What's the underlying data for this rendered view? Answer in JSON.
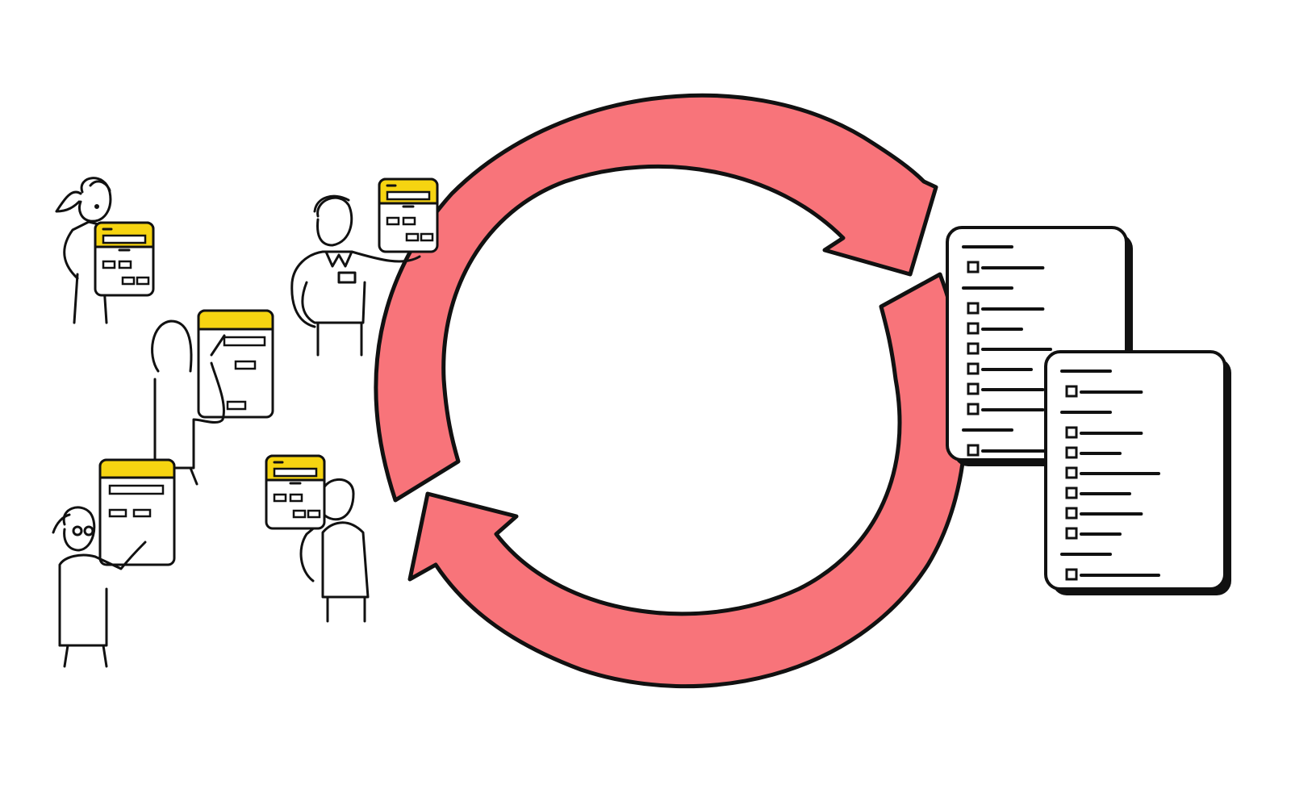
{
  "colors": {
    "background": "#ffffff",
    "outline": "#111111",
    "cycle_arrow": "#f8747a",
    "screen_header": "#f6d411",
    "doc_shadow": "#111111"
  },
  "icons": {
    "cycle": "circular-arrows-icon",
    "people": [
      "person-holding-tablet-icon",
      "person-drawing-on-board-icon",
      "person-pointing-at-board-icon",
      "person-holding-tablet-raised-icon",
      "person-thinking-icon"
    ],
    "documents": [
      "checklist-document-icon",
      "checklist-document-icon"
    ]
  },
  "checklist_a": {
    "rows": [
      {
        "kind": "heading",
        "length": 0.55
      },
      {
        "kind": "item",
        "length": 0.62
      },
      {
        "kind": "heading",
        "length": 0.55
      },
      {
        "kind": "item",
        "length": 0.62
      },
      {
        "kind": "item",
        "length": 0.4
      },
      {
        "kind": "item",
        "length": 0.7
      },
      {
        "kind": "item",
        "length": 0.5
      },
      {
        "kind": "item",
        "length": 0.62
      },
      {
        "kind": "item",
        "length": 0.62
      },
      {
        "kind": "heading",
        "length": 0.55
      },
      {
        "kind": "item",
        "length": 0.7
      }
    ]
  },
  "checklist_b": {
    "rows": [
      {
        "kind": "heading",
        "length": 0.55
      },
      {
        "kind": "item",
        "length": 0.62
      },
      {
        "kind": "heading",
        "length": 0.55
      },
      {
        "kind": "item",
        "length": 0.62
      },
      {
        "kind": "item",
        "length": 0.4
      },
      {
        "kind": "item",
        "length": 0.8
      },
      {
        "kind": "item",
        "length": 0.5
      },
      {
        "kind": "item",
        "length": 0.62
      },
      {
        "kind": "item",
        "length": 0.4
      },
      {
        "kind": "heading",
        "length": 0.55
      },
      {
        "kind": "item",
        "length": 0.8
      }
    ]
  }
}
